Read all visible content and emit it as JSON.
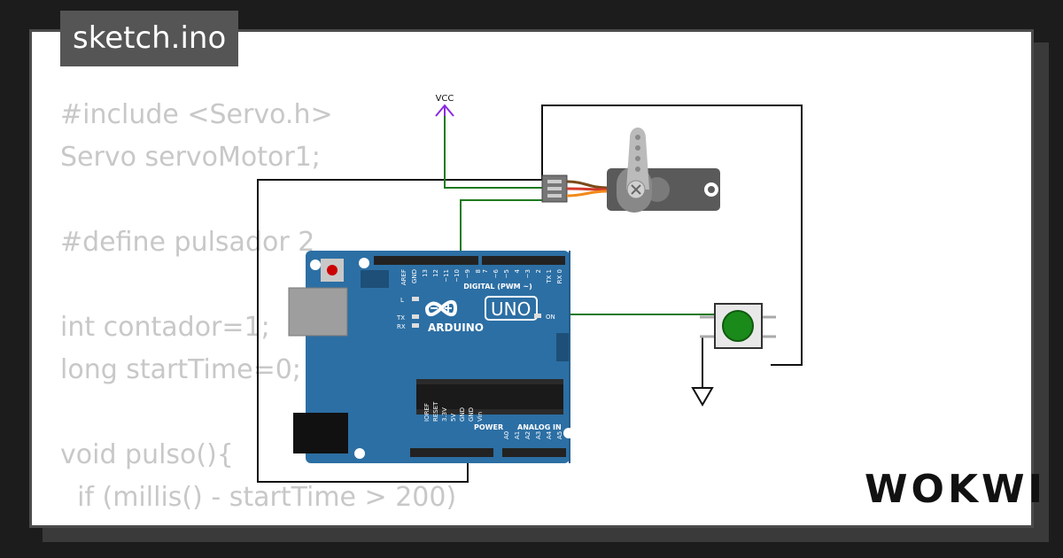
{
  "tab": {
    "title": "sketch.ino"
  },
  "code_lines": [
    "#include <Servo.h>",
    "Servo servoMotor1;",
    "",
    "#define pulsador 2",
    "",
    "int contador=1;",
    "long startTime=0;",
    "",
    "void pulso(){",
    "  if (millis() - startTime > 200)",
    "  {"
  ],
  "circuit": {
    "vcc_label": "VCC",
    "board": {
      "brand": "ARDUINO",
      "model": "UNO",
      "on_label": "ON",
      "l_label": "L",
      "tx_label": "TX",
      "rx_label": "RX",
      "digital_label": "DIGITAL (PWM ~)",
      "power_label": "POWER",
      "analog_label": "ANALOG IN",
      "top_pins_left": [
        "AREF",
        "GND",
        "13",
        "12",
        "~11",
        "~10",
        "~9",
        "8"
      ],
      "top_pins_right": [
        "7",
        "~6",
        "~5",
        "4",
        "~3",
        "2",
        "TX 1",
        "RX 0"
      ],
      "power_pins": [
        "IOREF",
        "RESET",
        "3.3V",
        "5V",
        "GND",
        "GND",
        "Vin"
      ],
      "analog_pins": [
        "A0",
        "A1",
        "A2",
        "A3",
        "A4",
        "A5"
      ]
    }
  },
  "branding": {
    "logo_text": "WOKWI"
  },
  "colors": {
    "board_blue": "#2c6fa4",
    "wire_green": "#1e7a1e",
    "wire_black": "#111111",
    "vcc_purple": "#8a2be2",
    "button_green": "#1a8a1a"
  }
}
